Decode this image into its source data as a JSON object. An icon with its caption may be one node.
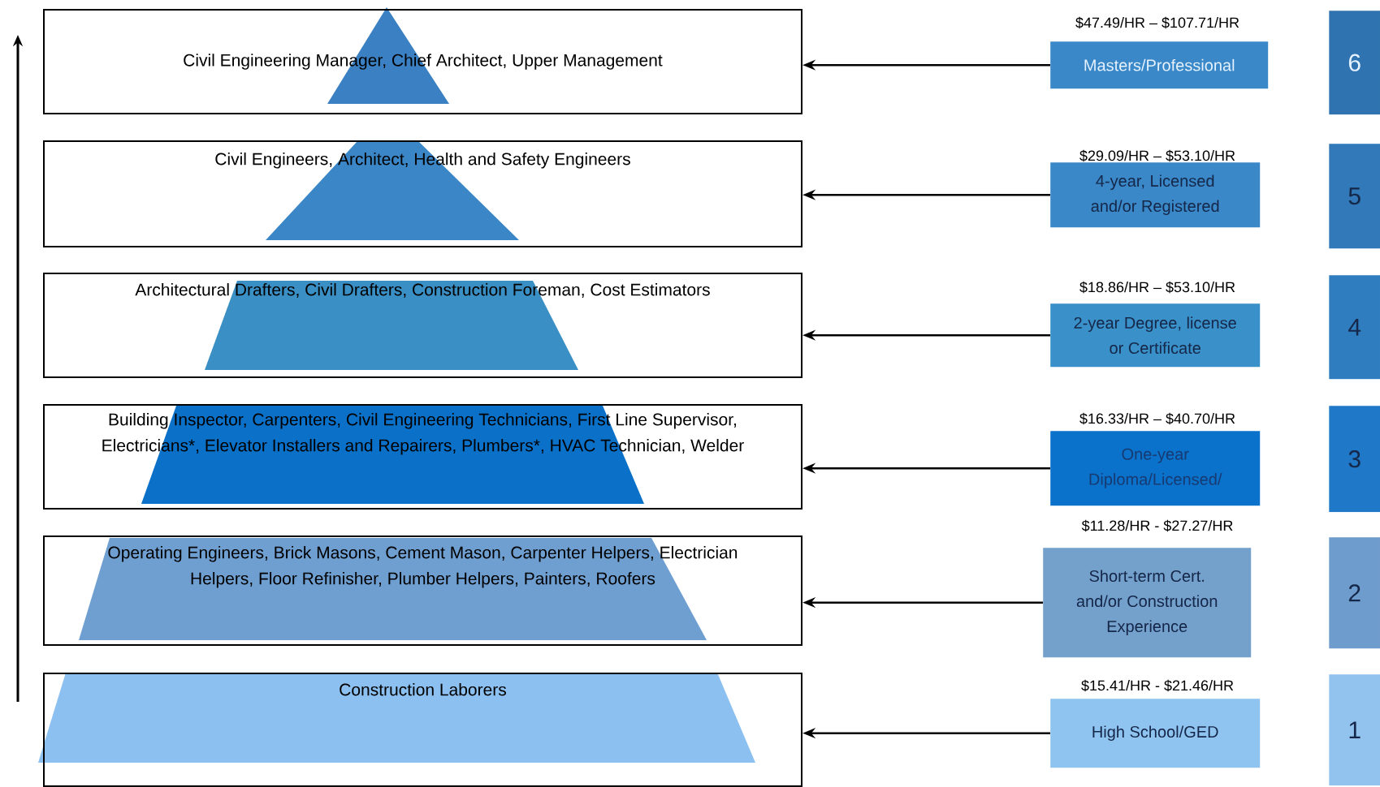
{
  "diagram": {
    "nodes": [
      {
        "text": [
          "Civil Engineering Manager, Chief Architect, Upper Management"
        ]
      },
      {
        "text": [
          "Masters/Professional"
        ],
        "beside": [
          "$47.49/HR – $107.71/HR"
        ]
      },
      {
        "text": [
          "6"
        ]
      },
      {
        "text": [
          "Civil Engineers, Architect, Health and Safety Engineers"
        ]
      },
      {
        "text": [
          "4-year, Licensed and/or Registered"
        ],
        "beside": [
          "$29.09/HR – $53.10/HR"
        ]
      },
      {
        "text": [
          "5"
        ]
      },
      {
        "text": [
          "Architectural Drafters, Civil Drafters, Construction Foreman, Cost Estimators"
        ]
      },
      {
        "text": [
          "2-year Degree, license or Certificate"
        ],
        "beside": [
          "$18.86/HR – $53.10/HR"
        ]
      },
      {
        "text": [
          "4"
        ]
      },
      {
        "text": [
          "Building Inspector, Carpenters, Civil Engineering Technicians, First Line Supervisor, Electricians*, Elevator Installers and Repairers, Plumbers*, HVAC Technician, Welder"
        ]
      },
      {
        "text": [
          "One-year Diploma/Licensed/"
        ],
        "beside": [
          "$16.33/HR – $40.70/HR"
        ]
      },
      {
        "text": [
          "3"
        ]
      },
      {
        "text": [
          "Operating Engineers, Brick Masons, Cement Mason, Carpenter Helpers, Electrician Helpers, Floor Refinisher, Plumber Helpers, Painters, Roofers"
        ]
      },
      {
        "text": [
          "Short-term Cert. and/or Construction Experience"
        ],
        "beside": [
          "$11.28/HR - $27.27/HR"
        ]
      },
      {
        "text": [
          "2"
        ]
      },
      {
        "text": [
          "Construction Laborers"
        ]
      },
      {
        "text": [
          "High School/GED"
        ],
        "beside": [
          "$15.41/HR - $21.46/HR"
        ]
      },
      {
        "text": [
          "1"
        ]
      }
    ],
    "edges": [
      {
        "from": 1,
        "to": 0,
        "arrow": "to"
      },
      {
        "from": 4,
        "to": 3,
        "arrow": "to"
      },
      {
        "from": 7,
        "to": 6,
        "arrow": "to"
      },
      {
        "from": 10,
        "to": 9,
        "arrow": "to"
      },
      {
        "from": 13,
        "to": 12,
        "arrow": "to"
      },
      {
        "from": 16,
        "to": 15,
        "arrow": "to"
      }
    ]
  }
}
